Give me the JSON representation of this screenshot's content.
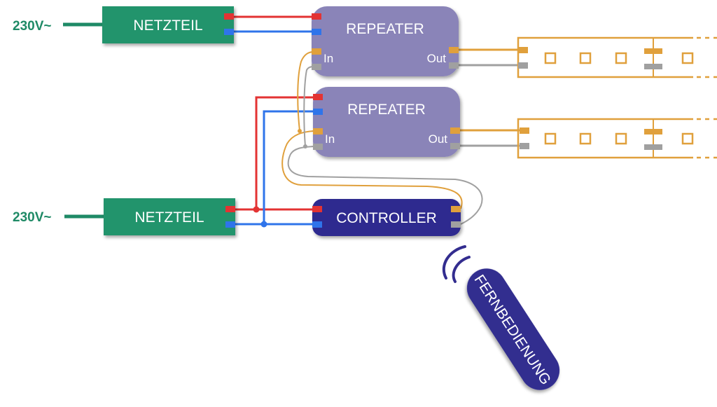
{
  "colors": {
    "netzteil": "#20946c",
    "repeater": "#8a84b8",
    "controller": "#2f2a8f",
    "remote": "#332d8f",
    "plus_wire": "#e33333",
    "minus_wire": "#2f74ea",
    "data_wire": "#e0a03c",
    "clock_wire": "#a0a0a0",
    "strip": "#e0a03c",
    "mains": "#1f8a66"
  },
  "power_supplies": [
    {
      "label": "NETZTEIL",
      "mains_label": "230V~"
    },
    {
      "label": "NETZTEIL",
      "mains_label": "230V~"
    }
  ],
  "repeaters": [
    {
      "label": "REPEATER",
      "in_label": "In",
      "out_label": "Out"
    },
    {
      "label": "REPEATER",
      "in_label": "In",
      "out_label": "Out"
    }
  ],
  "controller": {
    "label": "CONTROLLER"
  },
  "remote": {
    "label": "FERNBEDIENUNG",
    "icon": "signal-waves-icon"
  },
  "led_strips": [
    {
      "icon": "led-strip-icon"
    },
    {
      "icon": "led-strip-icon"
    }
  ]
}
